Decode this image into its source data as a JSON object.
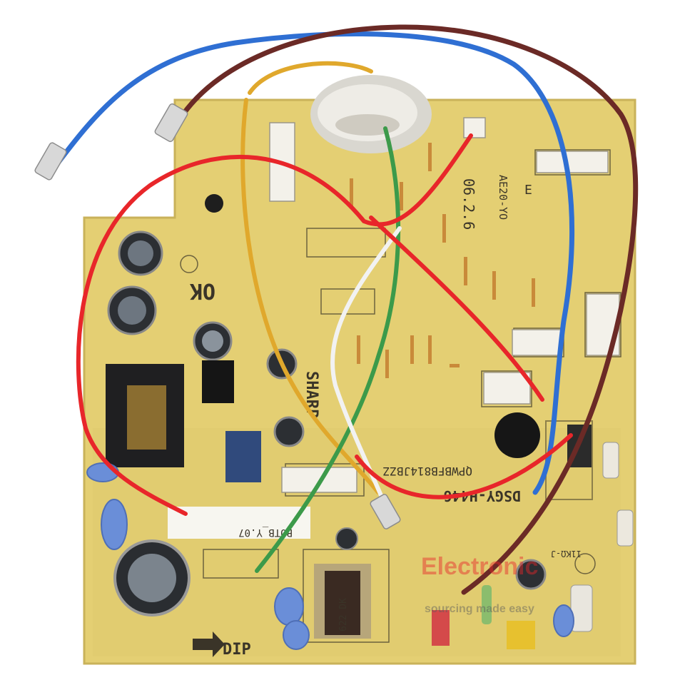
{
  "photo": {
    "subject": "Air conditioner indoor unit control PCB with wire harness",
    "colors": {
      "board": "#e4cf73",
      "board_edge": "#c9b25a",
      "silkscreen": "#3a3428",
      "wire_red": "#e8262a",
      "wire_blue": "#2f6fd3",
      "wire_brown": "#6b2a26",
      "wire_yellow": "#e0a82c",
      "wire_green": "#3c9a4a",
      "wire_white": "#f2f2f2",
      "capacitor_blue": "#6a8ed8"
    }
  },
  "board_text": {
    "part_number": "QPWBFB814JBZZ",
    "model_code": "DSGY-H446",
    "date_code": "AE20-YO",
    "date_code_2": "06.2.6",
    "brand": "SHARP",
    "inspect_mark": "OK",
    "dip_label": "DIP",
    "sticker": "BOTB_Y.07",
    "transformer_label": "622 DK",
    "jumper_label": "11KΩ-J",
    "rating": "E"
  },
  "watermark": {
    "line1": "Electronic",
    "line2": "sourcing made easy"
  }
}
